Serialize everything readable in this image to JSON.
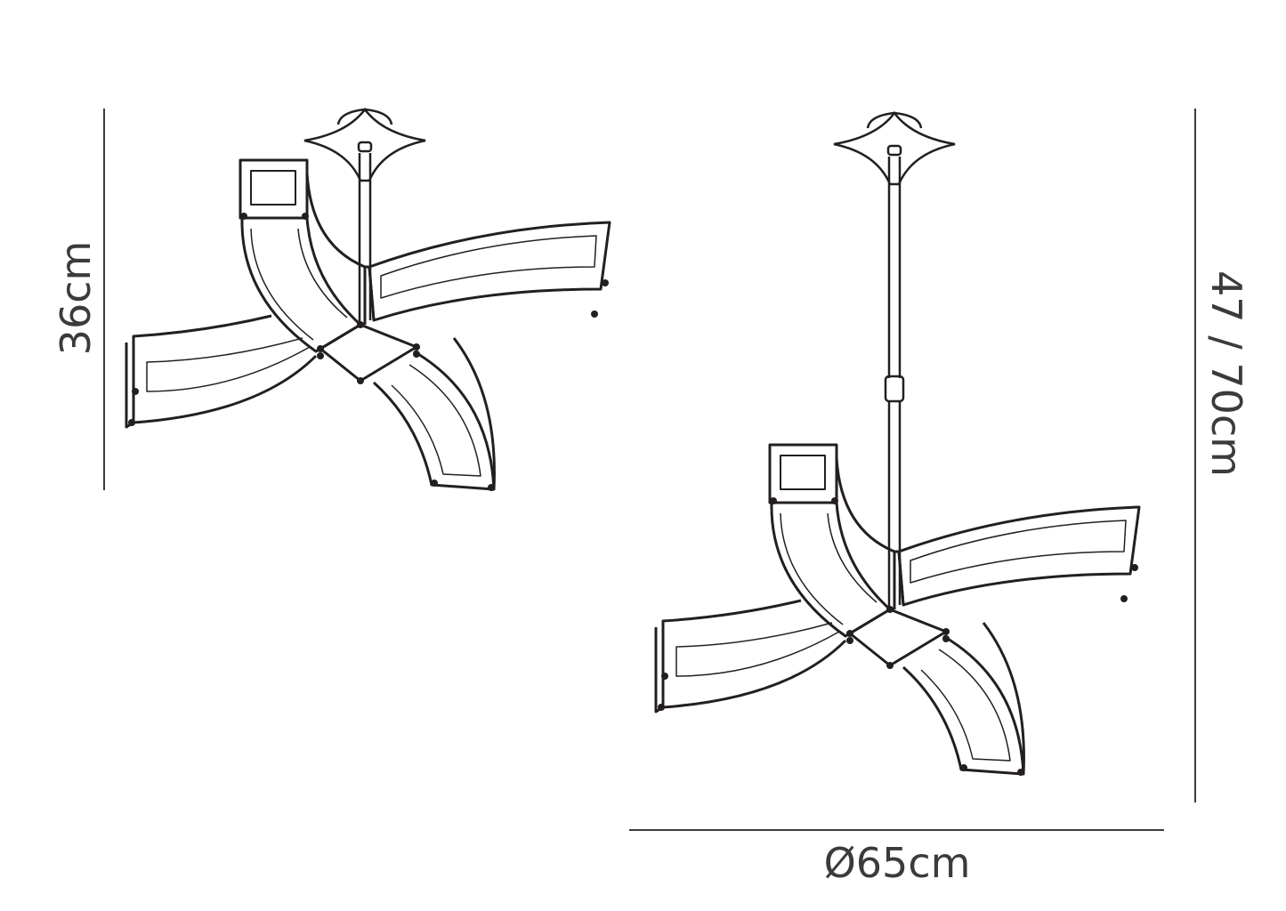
{
  "dimensions": {
    "height_fixed": "36cm",
    "height_adjustable": "47 / 70cm",
    "diameter": "Ø65cm"
  },
  "colors": {
    "line": "#231f20",
    "dimension_text": "#3b3b3b"
  }
}
